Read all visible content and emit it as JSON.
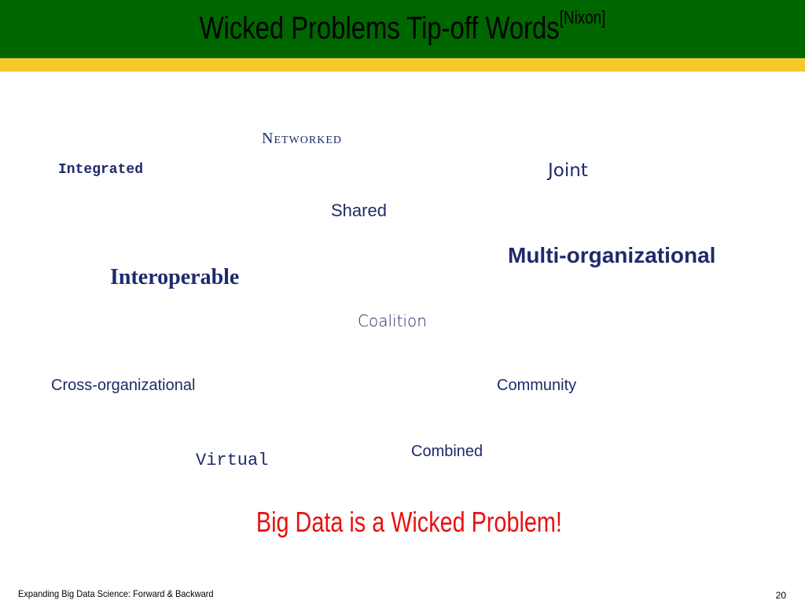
{
  "slide": {
    "title": "Wicked Problems Tip-off Words",
    "title_citation": "[Nixon]",
    "words": {
      "networked": "Networked",
      "integrated": "Integrated",
      "joint": "Joint",
      "shared": "Shared",
      "multi_organizational": "Multi-organizational",
      "interoperable": "Interoperable",
      "coalition": "Coalition",
      "cross_organizational": "Cross-organizational",
      "community": "Community",
      "virtual": "Virtual",
      "combined": "Combined"
    },
    "conclusion": "Big Data is a Wicked Problem!",
    "footer_text": "Expanding Big Data Science: Forward & Backward",
    "page_number": "20"
  },
  "colors": {
    "title_bar": "#006600",
    "accent_bar": "#f6c82c",
    "word_color": "#1f2a6b",
    "conclusion_color": "#e81010"
  }
}
